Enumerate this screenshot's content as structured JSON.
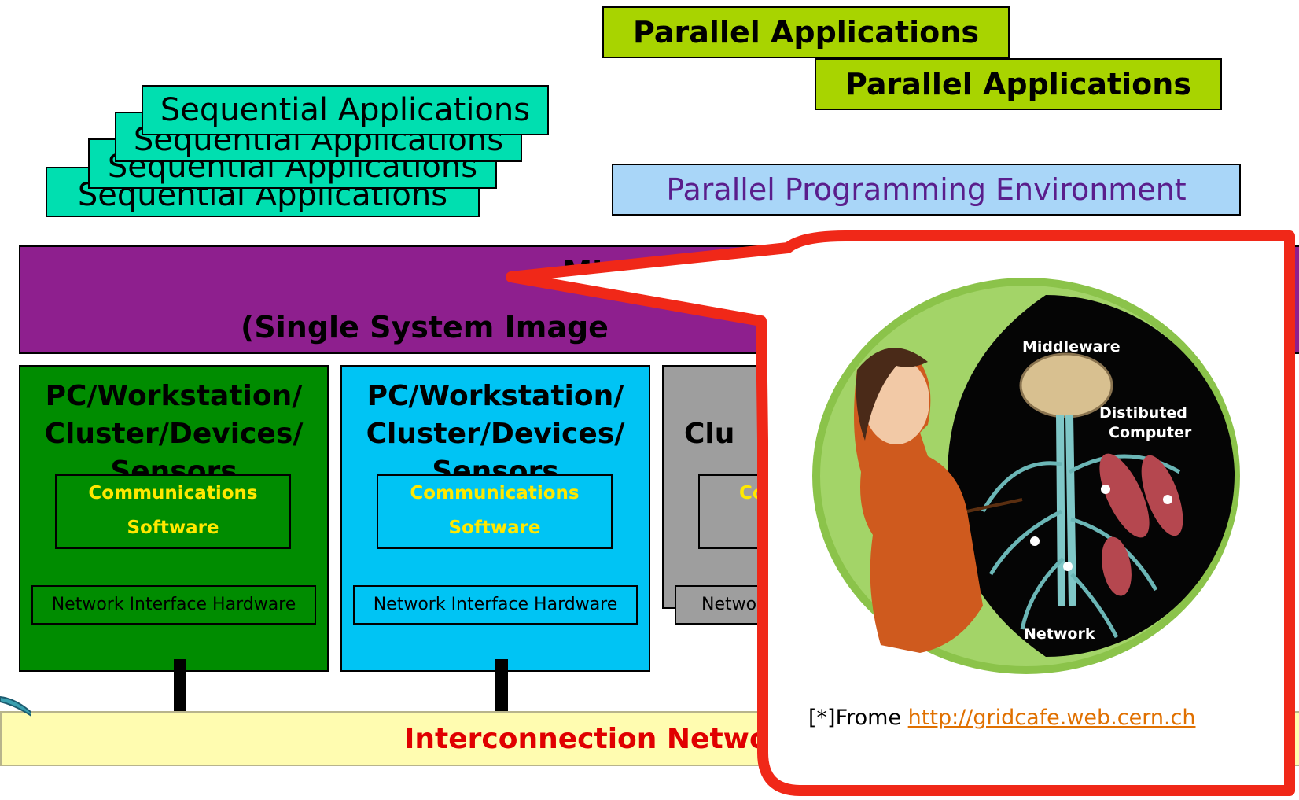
{
  "parallel_apps": [
    "Parallel Applications",
    "Parallel Applications"
  ],
  "sequential_apps": [
    "Sequential Applications",
    "Sequential Applications",
    "Sequential Applications",
    "Sequential Applications"
  ],
  "parallel_env": "Parallel Programming Environment",
  "middleware": {
    "line1": "Middleware",
    "line2": "(Single System Image"
  },
  "nodes": [
    {
      "title_lines": [
        "PC/Workstation/",
        "Cluster/Devices/",
        "Sensors"
      ],
      "comm": [
        "Communications",
        "Software"
      ],
      "nih": "Network Interface Hardware"
    },
    {
      "title_lines": [
        "PC/Workstation/",
        "Cluster/Devices/",
        "Sensors"
      ],
      "comm": [
        "Communications",
        "Software"
      ],
      "nih": "Network Interface Hardware"
    },
    {
      "title_partial": "Clu",
      "comm_partial": "Co",
      "nih_partial": "Netwo"
    }
  ],
  "interconnect": "Interconnection Networ",
  "callout": {
    "illustration_labels": {
      "middleware": "Middleware",
      "distributed": [
        "Distibuted",
        "Computer"
      ],
      "network": "Network"
    },
    "source_prefix": "[*]Frome ",
    "source_link": "http://gridcafe.web.cern.ch"
  },
  "colors": {
    "sequential": "#00dfb0",
    "parallel": "#a8d400",
    "environment": "#a9d6f8",
    "middleware": "#8e1f8e",
    "node1": "#008c00",
    "node2": "#00c4f4",
    "node3": "#9e9e9e",
    "comm_text": "#ffe800",
    "interconnect_bg": "#fffcb0",
    "interconnect_text": "#e00000",
    "callout_border": "#f02818"
  }
}
